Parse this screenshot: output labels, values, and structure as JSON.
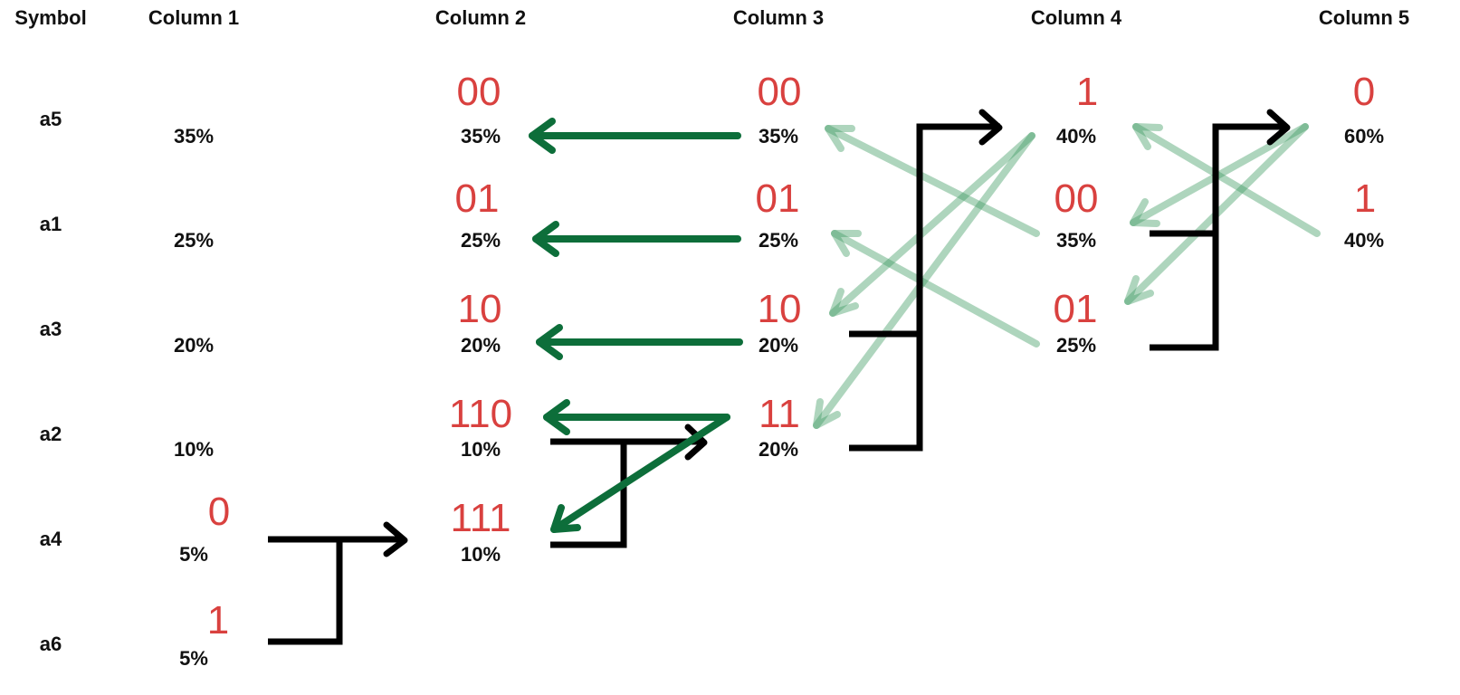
{
  "headers": {
    "symbol": "Symbol",
    "col1": "Column 1",
    "col2": "Column 2",
    "col3": "Column 3",
    "col4": "Column 4",
    "col5": "Column 5"
  },
  "symbols": [
    "a5",
    "a1",
    "a3",
    "a2",
    "a4",
    "a6"
  ],
  "column1": {
    "percents": [
      "35%",
      "25%",
      "20%",
      "10%",
      "5%",
      "5%"
    ],
    "codes": [
      "0",
      "1"
    ]
  },
  "column2": {
    "percents": [
      "35%",
      "25%",
      "20%",
      "10%",
      "10%"
    ],
    "codes": [
      "00",
      "01",
      "10",
      "110",
      "111"
    ]
  },
  "column3": {
    "percents": [
      "35%",
      "25%",
      "20%",
      "20%"
    ],
    "codes": [
      "00",
      "01",
      "10",
      "11"
    ]
  },
  "column4": {
    "percents": [
      "40%",
      "35%",
      "25%"
    ],
    "codes": [
      "1",
      "00",
      "01"
    ]
  },
  "column5": {
    "percents": [
      "60%",
      "40%"
    ],
    "codes": [
      "0",
      "1"
    ]
  },
  "colors": {
    "code_text": "#d9413f",
    "merge_arrow": "#000000",
    "code_arrow_dark": "#0d6e3a",
    "code_arrow_light": "#3d9a62"
  }
}
